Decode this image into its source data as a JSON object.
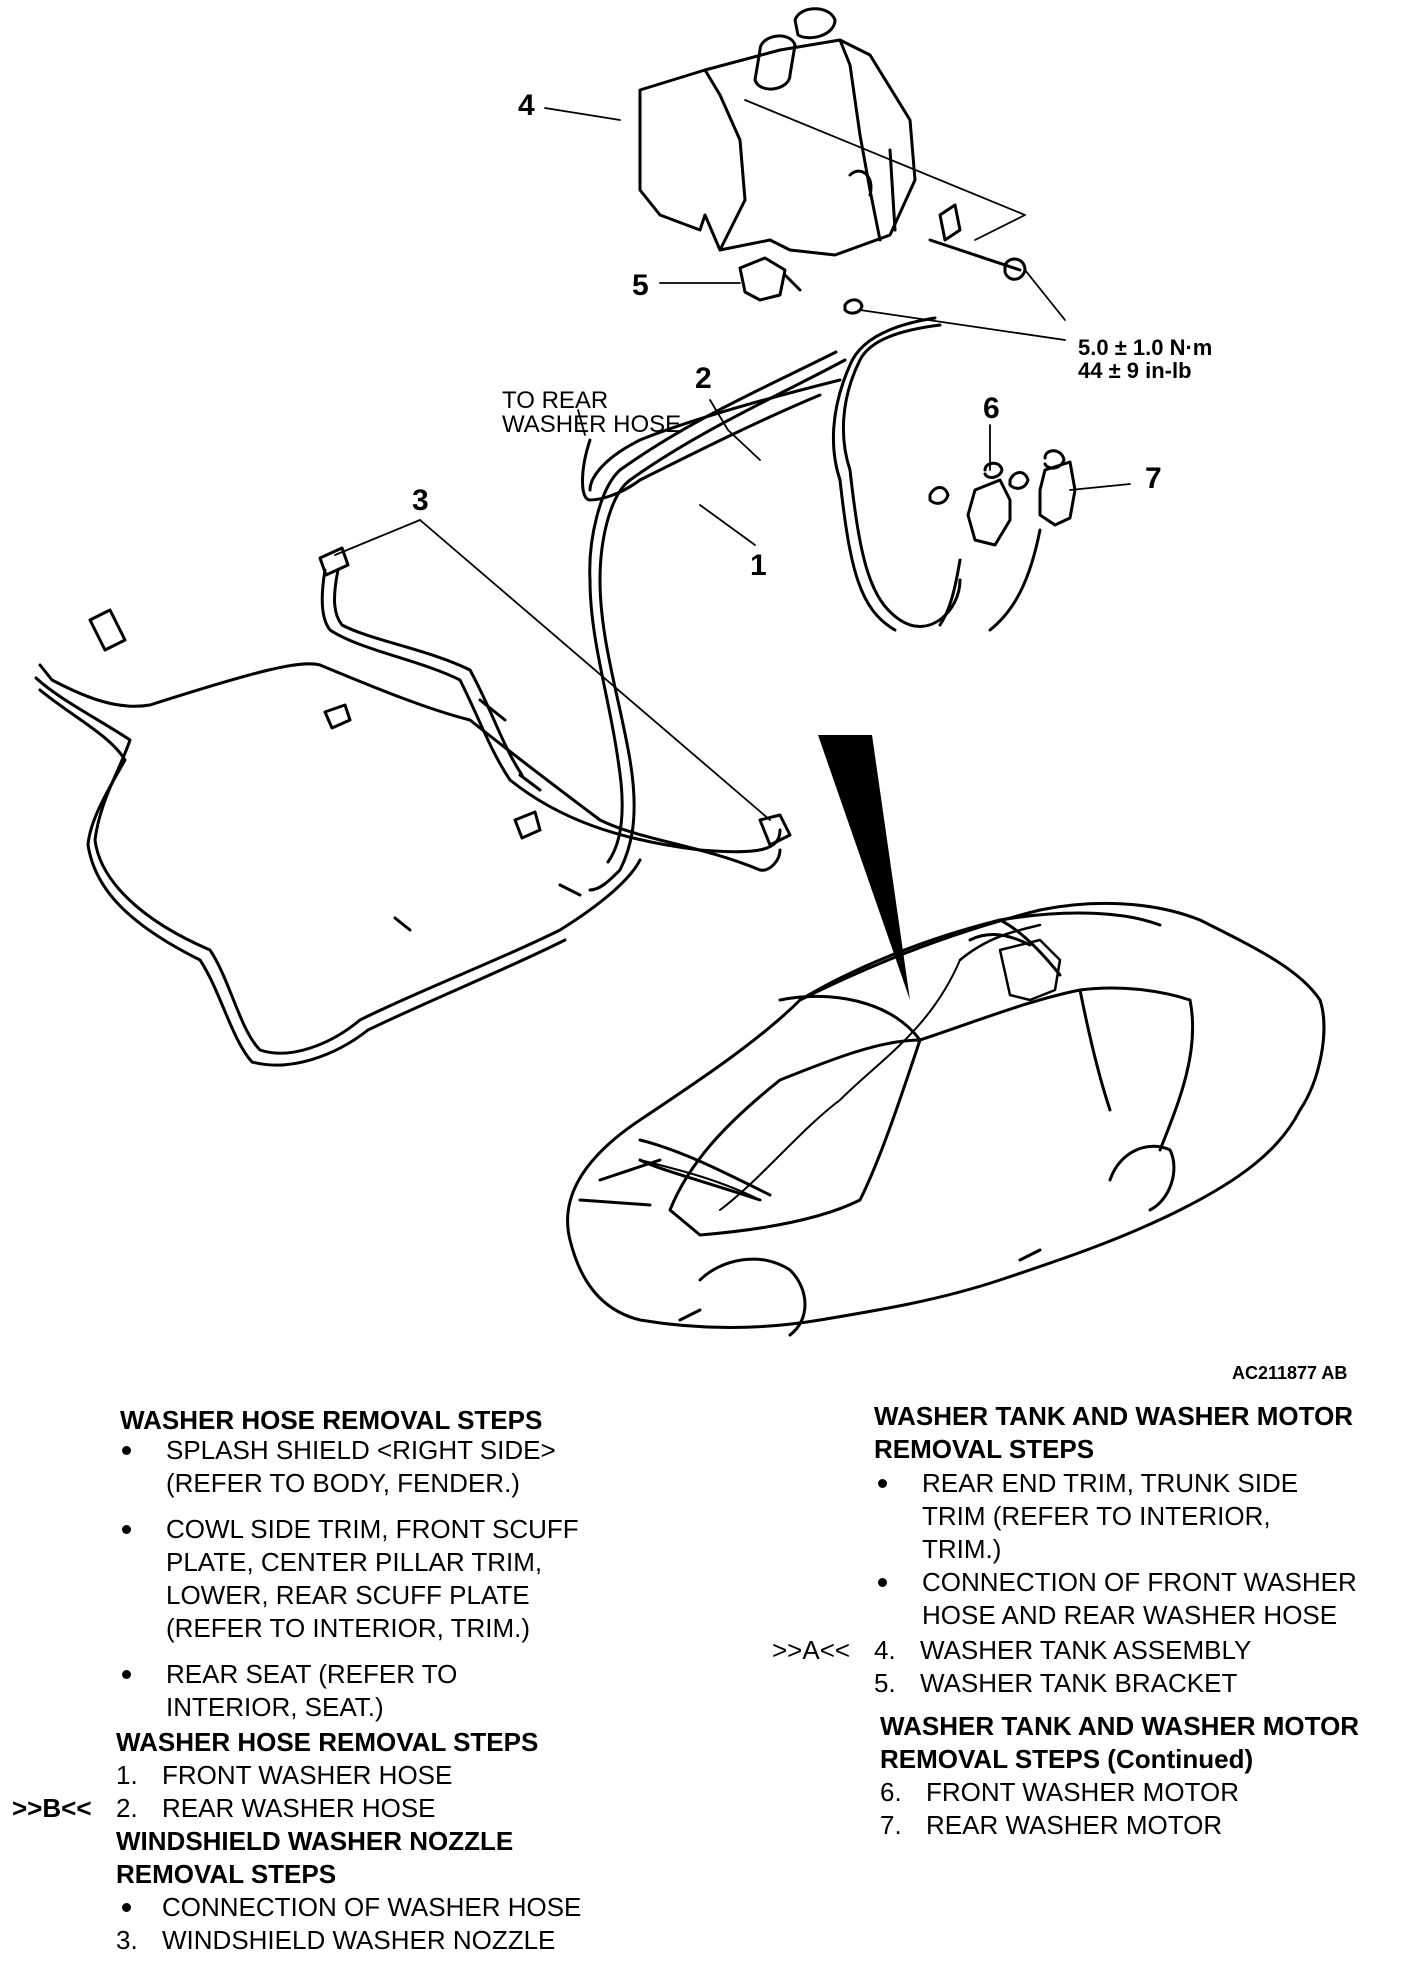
{
  "diagram": {
    "callouts": [
      "4",
      "5",
      "2",
      "6",
      "7",
      "3",
      "1"
    ],
    "torque_line1": "5.0 ± 1.0 N·m",
    "torque_line2": "44 ± 9 in-lb",
    "note_line1": "TO REAR",
    "note_line2": "WASHER HOSE",
    "figure_id": "AC211877 AB"
  },
  "left_col": {
    "h1": "WASHER HOSE REMOVAL STEPS",
    "s1_l1": "SPLASH SHIELD <RIGHT SIDE>",
    "s1_l2": "(REFER TO BODY, FENDER.)",
    "s2_l1": "COWL SIDE TRIM, FRONT SCUFF",
    "s2_l2": "PLATE, CENTER PILLAR TRIM,",
    "s2_l3": "LOWER, REAR SCUFF PLATE",
    "s2_l4": "(REFER TO INTERIOR, TRIM.)",
    "s3_l1": "REAR SEAT (REFER TO",
    "s3_l2": "INTERIOR, SEAT.)",
    "h2": "WASHER HOSE REMOVAL STEPS",
    "n1": "1.",
    "i1": "FRONT WASHER HOSE",
    "ref_b": ">>B<<",
    "n2": "2.",
    "i2": "REAR WASHER HOSE",
    "h3_l1": "WINDSHIELD WASHER NOZZLE",
    "h3_l2": "REMOVAL STEPS",
    "s4": "CONNECTION OF WASHER HOSE",
    "n3": "3.",
    "i3": "WINDSHIELD WASHER NOZZLE"
  },
  "right_col": {
    "h1_l1": "WASHER TANK AND WASHER MOTOR",
    "h1_l2": "REMOVAL STEPS",
    "s1_l1": "REAR END TRIM, TRUNK SIDE",
    "s1_l2": "TRIM (REFER TO INTERIOR,",
    "s1_l3": "TRIM.)",
    "s2_l1": "CONNECTION OF FRONT WASHER",
    "s2_l2": "HOSE AND REAR WASHER HOSE",
    "ref_a": ">>A<<",
    "n4": "4.",
    "i4": "WASHER TANK ASSEMBLY",
    "n5": "5.",
    "i5": "WASHER TANK BRACKET",
    "h2_l1": "WASHER TANK AND WASHER MOTOR",
    "h2_l2": "REMOVAL STEPS (Continued)",
    "n6": "6.",
    "i6": "FRONT WASHER MOTOR",
    "n7": "7.",
    "i7": "REAR WASHER MOTOR"
  }
}
